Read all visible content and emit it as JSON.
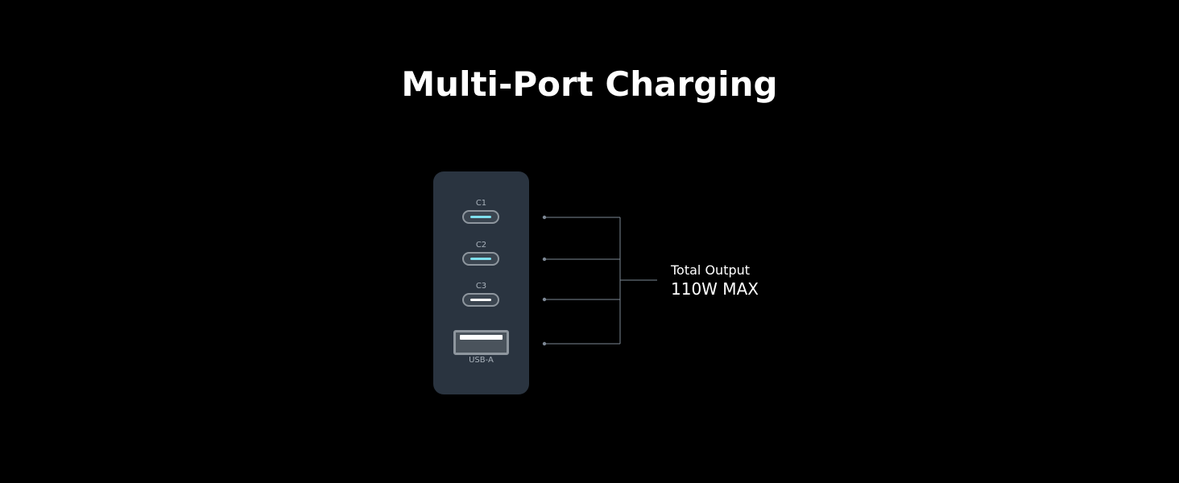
{
  "title": "Multi-Port Charging",
  "ports": [
    {
      "label": "C1",
      "type": "usb-c",
      "slot_color": "#7fe0ee"
    },
    {
      "label": "C2",
      "type": "usb-c",
      "slot_color": "#7fe0ee"
    },
    {
      "label": "C3",
      "type": "usb-c",
      "slot_color": "#ffffff"
    },
    {
      "label": "USB-A",
      "type": "usb-a",
      "slot_color": "#ffffff"
    }
  ],
  "output": {
    "label": "Total Output",
    "value": "110W MAX"
  },
  "colors": {
    "background": "#000000",
    "charger_body": "#2a3440",
    "connector_line": "#7c8794",
    "text": "#ffffff"
  }
}
